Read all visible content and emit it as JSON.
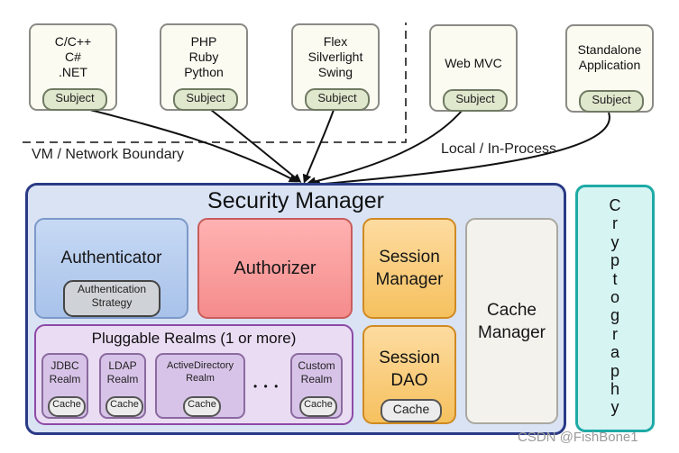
{
  "clients": [
    {
      "lines": [
        "C/C++",
        "C#",
        ".NET"
      ],
      "subject": "Subject"
    },
    {
      "lines": [
        "PHP",
        "Ruby",
        "Python"
      ],
      "subject": "Subject"
    },
    {
      "lines": [
        "Flex",
        "Silverlight",
        "Swing"
      ],
      "subject": "Subject"
    },
    {
      "lines": [
        "Web MVC"
      ],
      "subject": "Subject"
    },
    {
      "lines": [
        "Standalone",
        "Application"
      ],
      "subject": "Subject"
    }
  ],
  "labels": {
    "vm_boundary": "VM / Network Boundary",
    "local": "Local / In-Process"
  },
  "security_manager": {
    "title": "Security Manager",
    "authenticator": "Authenticator",
    "auth_strategy": [
      "Authentication",
      "Strategy"
    ],
    "authorizer": "Authorizer",
    "session_manager": [
      "Session",
      "Manager"
    ],
    "session_dao": [
      "Session",
      "DAO"
    ],
    "session_dao_cache": "Cache",
    "cache_manager": [
      "Cache",
      "Manager"
    ],
    "realms_title": "Pluggable Realms (1 or more)",
    "realms": [
      {
        "lines": [
          "JDBC",
          "Realm"
        ],
        "cache": "Cache"
      },
      {
        "lines": [
          "LDAP",
          "Realm"
        ],
        "cache": "Cache"
      },
      {
        "lines": [
          "ActiveDirectory",
          "Realm"
        ],
        "cache": "Cache"
      },
      {
        "lines": [
          "Custom",
          "Realm"
        ],
        "cache": "Cache"
      }
    ],
    "ellipsis": "• • •"
  },
  "cryptography": [
    "C",
    "r",
    "y",
    "p",
    "t",
    "o",
    "g",
    "r",
    "a",
    "p",
    "h",
    "y"
  ],
  "watermark": "CSDN @FishBone1"
}
